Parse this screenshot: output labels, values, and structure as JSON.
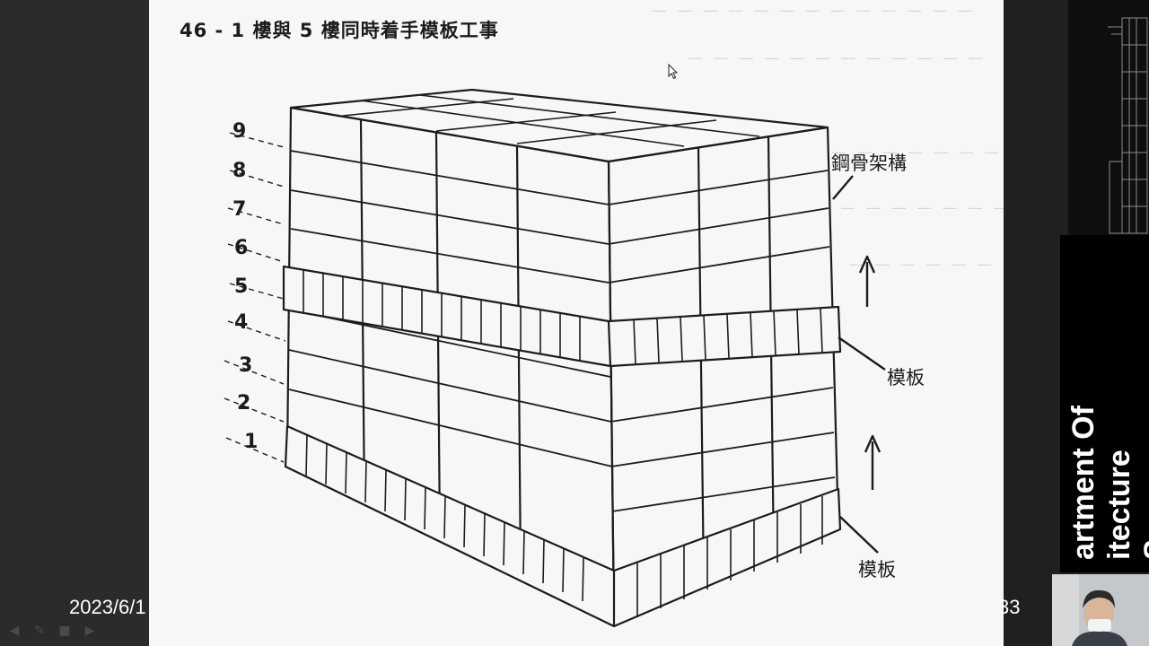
{
  "slide": {
    "title": "46 - 1 樓與 5 樓同時着手模板工事",
    "floor_labels": [
      "9",
      "8",
      "7",
      "6",
      "5",
      "4",
      "3",
      "2",
      "1"
    ],
    "labels": {
      "steel_frame": "鋼骨架構",
      "formwork_upper": "模板",
      "formwork_lower": "模板"
    }
  },
  "presentation": {
    "date": "2023/6/1",
    "page": "33"
  },
  "colors": {
    "slide_bg": "#f7f7f5",
    "ink": "#1c1c1c",
    "app_bg": "#2b2b2b",
    "side_panel": "#000000"
  },
  "sidebar": {
    "banner_text": "artment Of\nitecture\nS"
  },
  "toolbar": {
    "icons": [
      "prev-arrow-icon",
      "pen-icon",
      "screen-icon",
      "next-arrow-icon"
    ]
  }
}
